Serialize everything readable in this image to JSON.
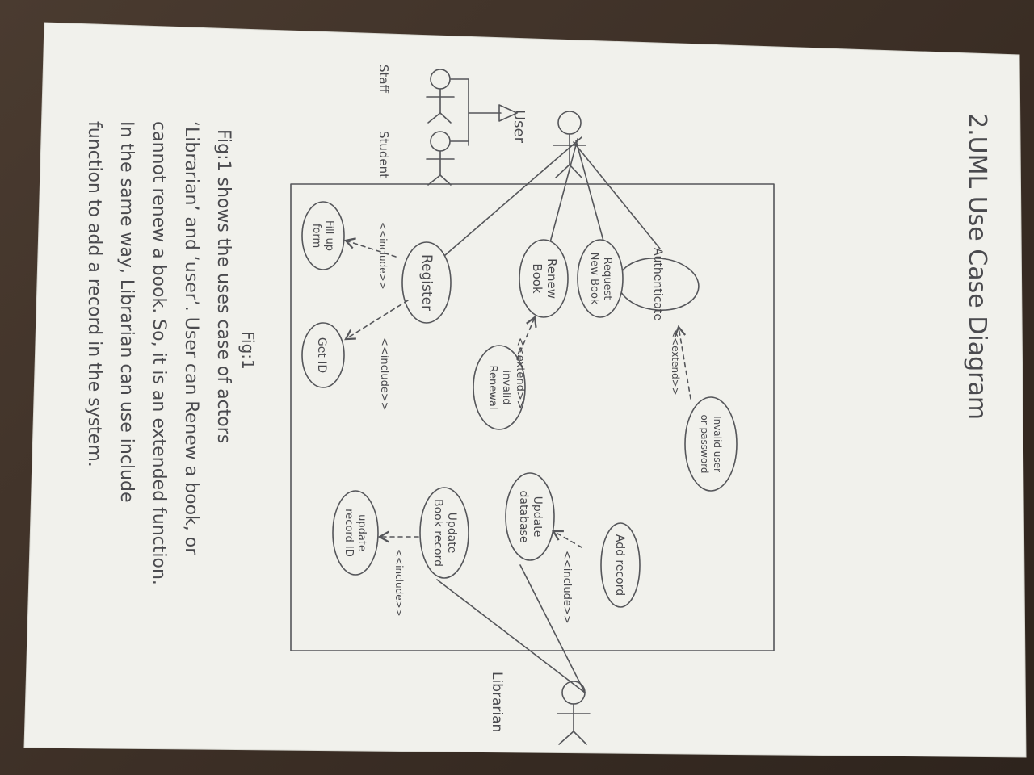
{
  "title": "2.UML Use Case Diagram",
  "actors": {
    "user": "User",
    "staff": "Staff",
    "student": "Student",
    "librarian": "Librarian"
  },
  "use_cases": {
    "authenticate": "Authenticate",
    "request_new_book": [
      "Request",
      "New Book"
    ],
    "renew_book": [
      "Renew",
      "Book"
    ],
    "register": "Register",
    "fill_up_form": [
      "Fill up",
      "form"
    ],
    "get_id": "Get ID",
    "invalid_renewal": [
      "invalid",
      "Renewal"
    ],
    "invalid_user_or_password": [
      "Invalid user",
      "or password"
    ],
    "add_record": "Add record",
    "update_database": [
      "Update",
      "database"
    ],
    "update_book_record": [
      "Update",
      "Book record"
    ],
    "update_record_id": [
      "update",
      "record ID"
    ]
  },
  "stereotypes": {
    "include_fill_form": "<<include>>",
    "include_get_id": "<<include>>",
    "extend_renew": "<<extend>>",
    "extend_auth": "<<extend>>",
    "include_add_record": "<<include>>",
    "include_record_id": "<<include>>"
  },
  "figure_caption": "Fig:1",
  "description": [
    "Fig:1 shows the uses case of actors",
    "‘Librarian’ and ‘user’. User can Renew a book, or",
    "cannot renew a book. So, it is an extended function.",
    "In the same way, Librarian can use include",
    "function to add a record in the system."
  ],
  "colors": {
    "paper": "#f1f1ec",
    "ink": "#55565a",
    "background": "#3b2e25"
  }
}
